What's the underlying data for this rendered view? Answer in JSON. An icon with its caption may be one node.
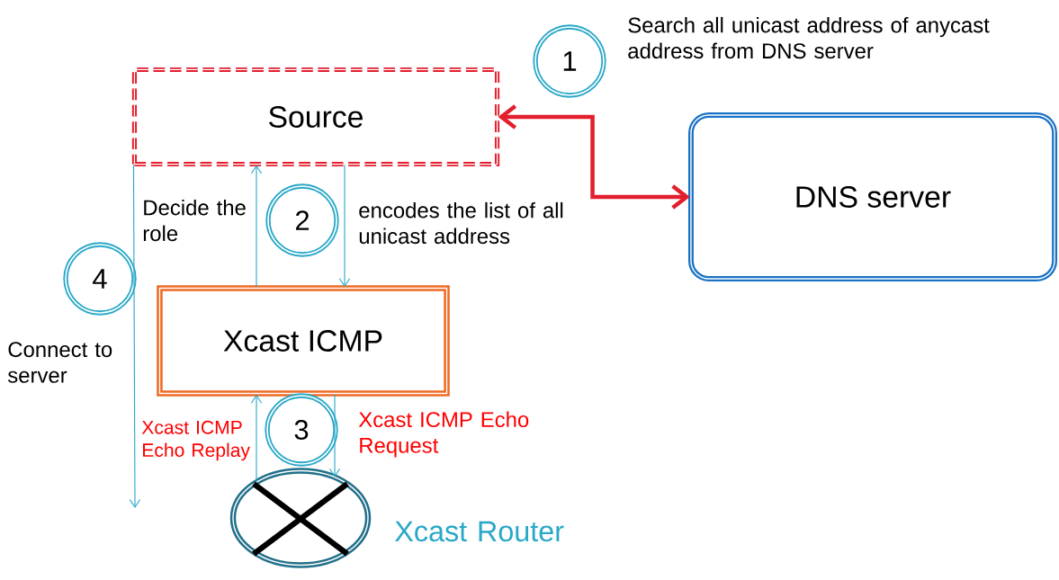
{
  "diagram": {
    "nodes": [
      {
        "text": [
          "1"
        ],
        "beside": [
          "Search all unicast address of anycast address from DNS server"
        ]
      },
      {
        "text": [
          "Source"
        ]
      },
      {
        "text": [
          "DNS server"
        ]
      },
      {
        "text": [
          "2"
        ]
      },
      {
        "text": [
          "4"
        ]
      },
      {
        "text": [
          "Xcast ICMP"
        ]
      },
      {
        "text": [
          "3"
        ]
      },
      {
        "text": [],
        "shape": "circle",
        "beside": [
          "Xcast Router"
        ]
      }
    ],
    "edges": [
      {
        "from": 1,
        "to": 2,
        "arrow": "both",
        "style": "thick",
        "color": "#e31e2d"
      },
      {
        "from": 5,
        "to": 1,
        "arrow": "to",
        "label": "Decide the role"
      },
      {
        "from": 1,
        "to": 5,
        "arrow": "to",
        "label": "encodes the list of all unicast address"
      },
      {
        "from": 7,
        "to": 5,
        "arrow": "to",
        "label": "Xcast ICMP Echo Replay"
      },
      {
        "from": 5,
        "to": 7,
        "arrow": "to",
        "label": "Xcast ICMP Echo Request"
      },
      {
        "from": 1,
        "to": null,
        "arrow": "to",
        "label": "Connect to server"
      }
    ]
  }
}
